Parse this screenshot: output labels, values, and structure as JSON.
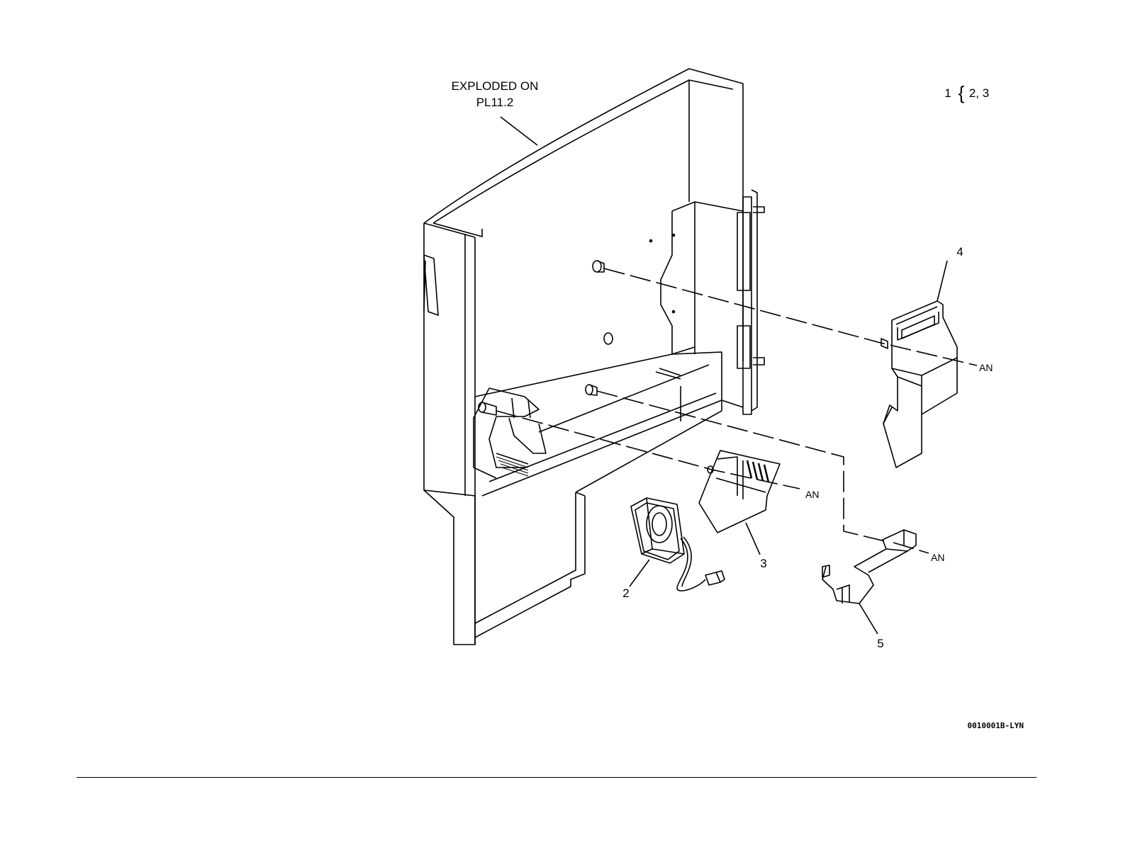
{
  "exploded_note": {
    "line1": "EXPLODED ON",
    "line2": "PL11.2"
  },
  "relationship": {
    "parent": "1",
    "brace": "{",
    "children": "2, 3"
  },
  "callouts": [
    "2",
    "3",
    "4",
    "5"
  ],
  "connector_labels": [
    "AN",
    "AN",
    "AN"
  ],
  "figure_code": "0010001B-LYN"
}
